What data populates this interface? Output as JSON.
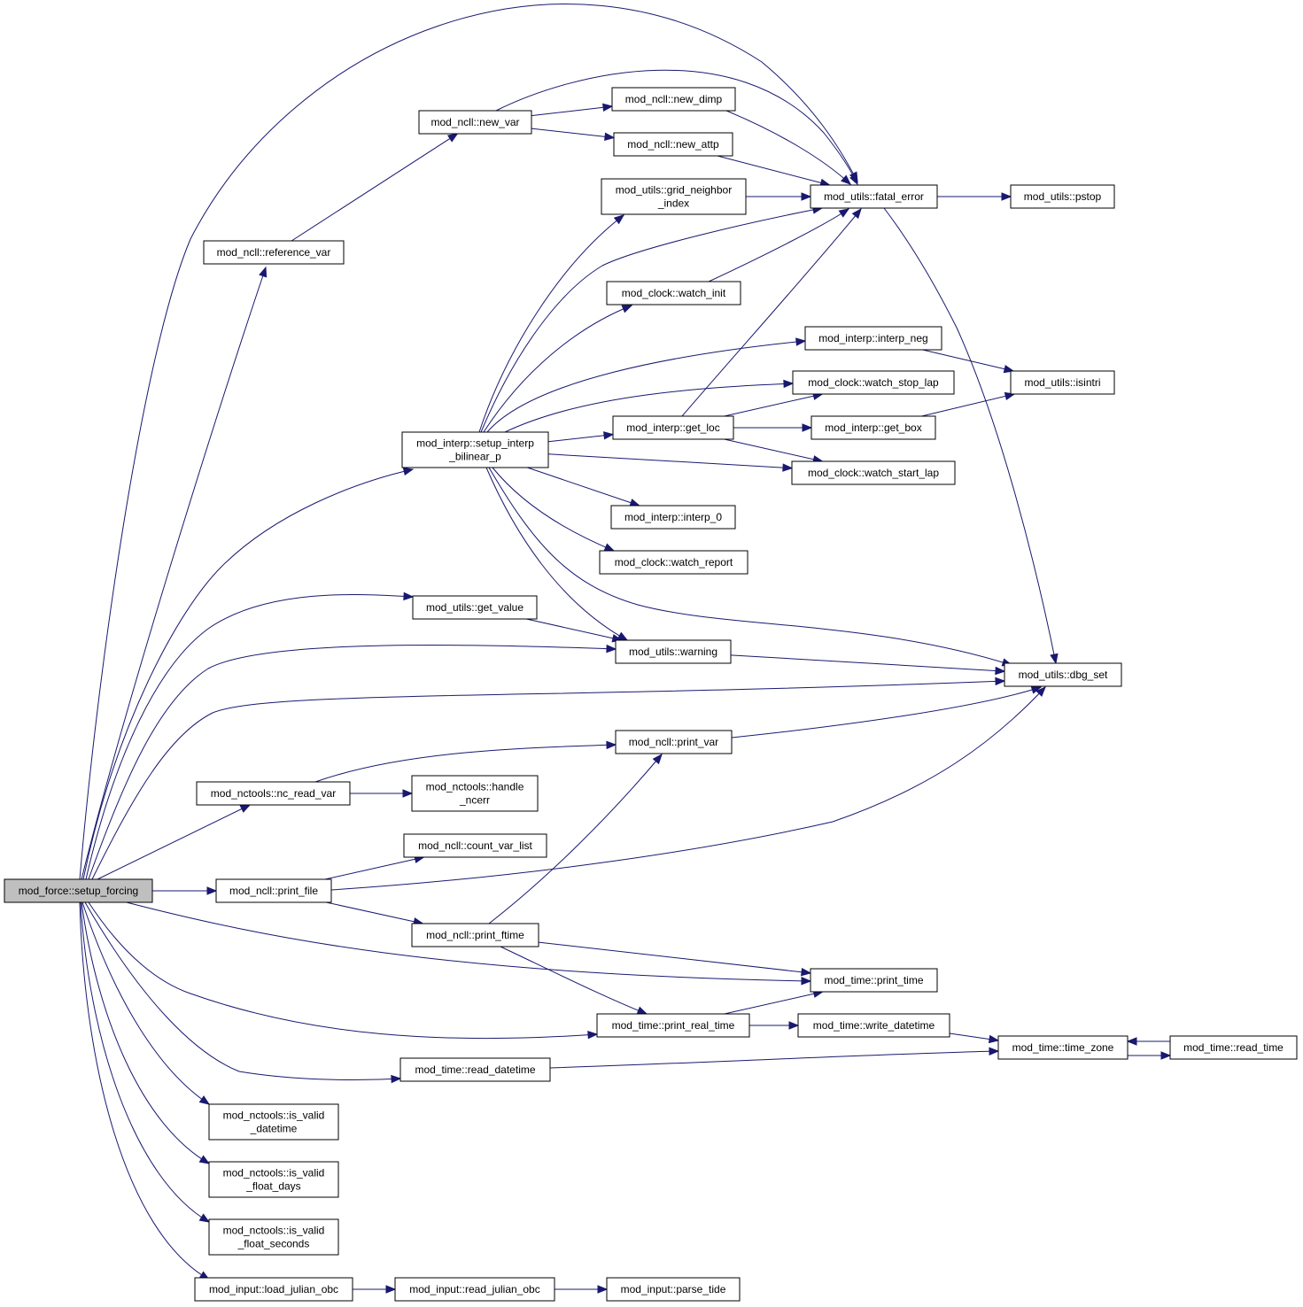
{
  "graph": {
    "nodes": [
      {
        "id": "setup_forcing",
        "lines": [
          "mod_force::setup_forcing"
        ],
        "root": true
      },
      {
        "id": "reference_var",
        "lines": [
          "mod_ncll::reference_var"
        ]
      },
      {
        "id": "new_var",
        "lines": [
          "mod_ncll::new_var"
        ]
      },
      {
        "id": "new_dimp",
        "lines": [
          "mod_ncll::new_dimp"
        ]
      },
      {
        "id": "new_attp",
        "lines": [
          "mod_ncll::new_attp"
        ]
      },
      {
        "id": "grid_neighbor_index",
        "lines": [
          "mod_utils::grid_neighbor",
          "_index"
        ]
      },
      {
        "id": "fatal_error",
        "lines": [
          "mod_utils::fatal_error"
        ]
      },
      {
        "id": "pstop",
        "lines": [
          "mod_utils::pstop"
        ]
      },
      {
        "id": "watch_init",
        "lines": [
          "mod_clock::watch_init"
        ]
      },
      {
        "id": "interp_neg",
        "lines": [
          "mod_interp::interp_neg"
        ]
      },
      {
        "id": "watch_stop_lap",
        "lines": [
          "mod_clock::watch_stop_lap"
        ]
      },
      {
        "id": "isintri",
        "lines": [
          "mod_utils::isintri"
        ]
      },
      {
        "id": "setup_interp",
        "lines": [
          "mod_interp::setup_interp",
          "_bilinear_p"
        ]
      },
      {
        "id": "get_loc",
        "lines": [
          "mod_interp::get_loc"
        ]
      },
      {
        "id": "get_box",
        "lines": [
          "mod_interp::get_box"
        ]
      },
      {
        "id": "watch_start_lap",
        "lines": [
          "mod_clock::watch_start_lap"
        ]
      },
      {
        "id": "interp_0",
        "lines": [
          "mod_interp::interp_0"
        ]
      },
      {
        "id": "watch_report",
        "lines": [
          "mod_clock::watch_report"
        ]
      },
      {
        "id": "get_value",
        "lines": [
          "mod_utils::get_value"
        ]
      },
      {
        "id": "warning",
        "lines": [
          "mod_utils::warning"
        ]
      },
      {
        "id": "dbg_set",
        "lines": [
          "mod_utils::dbg_set"
        ]
      },
      {
        "id": "print_var",
        "lines": [
          "mod_ncll::print_var"
        ]
      },
      {
        "id": "nc_read_var",
        "lines": [
          "mod_nctools::nc_read_var"
        ]
      },
      {
        "id": "handle_ncerr",
        "lines": [
          "mod_nctools::handle",
          "_ncerr"
        ]
      },
      {
        "id": "count_var_list",
        "lines": [
          "mod_ncll::count_var_list"
        ]
      },
      {
        "id": "print_file",
        "lines": [
          "mod_ncll::print_file"
        ]
      },
      {
        "id": "print_ftime",
        "lines": [
          "mod_ncll::print_ftime"
        ]
      },
      {
        "id": "print_time",
        "lines": [
          "mod_time::print_time"
        ]
      },
      {
        "id": "print_real_time",
        "lines": [
          "mod_time::print_real_time"
        ]
      },
      {
        "id": "write_datetime",
        "lines": [
          "mod_time::write_datetime"
        ]
      },
      {
        "id": "time_zone",
        "lines": [
          "mod_time::time_zone"
        ]
      },
      {
        "id": "read_time",
        "lines": [
          "mod_time::read_time"
        ]
      },
      {
        "id": "read_datetime",
        "lines": [
          "mod_time::read_datetime"
        ]
      },
      {
        "id": "is_valid_datetime",
        "lines": [
          "mod_nctools::is_valid",
          "_datetime"
        ]
      },
      {
        "id": "is_valid_float_days",
        "lines": [
          "mod_nctools::is_valid",
          "_float_days"
        ]
      },
      {
        "id": "is_valid_float_seconds",
        "lines": [
          "mod_nctools::is_valid",
          "_float_seconds"
        ]
      },
      {
        "id": "load_julian_obc",
        "lines": [
          "mod_input::load_julian_obc"
        ]
      },
      {
        "id": "read_julian_obc",
        "lines": [
          "mod_input::read_julian_obc"
        ]
      },
      {
        "id": "parse_tide",
        "lines": [
          "mod_input::parse_tide"
        ]
      }
    ],
    "edges": [
      [
        "setup_forcing",
        "fatal_error"
      ],
      [
        "setup_forcing",
        "reference_var"
      ],
      [
        "setup_forcing",
        "setup_interp"
      ],
      [
        "setup_forcing",
        "get_value"
      ],
      [
        "setup_forcing",
        "warning"
      ],
      [
        "setup_forcing",
        "dbg_set"
      ],
      [
        "setup_forcing",
        "nc_read_var"
      ],
      [
        "setup_forcing",
        "print_file"
      ],
      [
        "setup_forcing",
        "print_time"
      ],
      [
        "setup_forcing",
        "print_real_time"
      ],
      [
        "setup_forcing",
        "read_datetime"
      ],
      [
        "setup_forcing",
        "is_valid_datetime"
      ],
      [
        "setup_forcing",
        "is_valid_float_days"
      ],
      [
        "setup_forcing",
        "is_valid_float_seconds"
      ],
      [
        "setup_forcing",
        "load_julian_obc"
      ],
      [
        "reference_var",
        "new_var"
      ],
      [
        "new_var",
        "new_dimp"
      ],
      [
        "new_var",
        "new_attp"
      ],
      [
        "new_var",
        "fatal_error"
      ],
      [
        "new_dimp",
        "fatal_error"
      ],
      [
        "new_attp",
        "fatal_error"
      ],
      [
        "grid_neighbor_index",
        "fatal_error"
      ],
      [
        "fatal_error",
        "pstop"
      ],
      [
        "fatal_error",
        "dbg_set"
      ],
      [
        "watch_init",
        "fatal_error"
      ],
      [
        "interp_neg",
        "isintri"
      ],
      [
        "get_loc",
        "fatal_error"
      ],
      [
        "get_loc",
        "watch_stop_lap"
      ],
      [
        "get_loc",
        "get_box"
      ],
      [
        "get_loc",
        "watch_start_lap"
      ],
      [
        "get_box",
        "isintri"
      ],
      [
        "setup_interp",
        "grid_neighbor_index"
      ],
      [
        "setup_interp",
        "fatal_error"
      ],
      [
        "setup_interp",
        "watch_init"
      ],
      [
        "setup_interp",
        "interp_neg"
      ],
      [
        "setup_interp",
        "watch_stop_lap"
      ],
      [
        "setup_interp",
        "get_loc"
      ],
      [
        "setup_interp",
        "watch_start_lap"
      ],
      [
        "setup_interp",
        "interp_0"
      ],
      [
        "setup_interp",
        "watch_report"
      ],
      [
        "setup_interp",
        "warning"
      ],
      [
        "setup_interp",
        "dbg_set"
      ],
      [
        "get_value",
        "warning"
      ],
      [
        "warning",
        "dbg_set"
      ],
      [
        "print_var",
        "dbg_set"
      ],
      [
        "nc_read_var",
        "print_var"
      ],
      [
        "nc_read_var",
        "handle_ncerr"
      ],
      [
        "print_file",
        "count_var_list"
      ],
      [
        "print_file",
        "dbg_set"
      ],
      [
        "print_file",
        "print_ftime"
      ],
      [
        "print_ftime",
        "print_var"
      ],
      [
        "print_ftime",
        "print_time"
      ],
      [
        "print_ftime",
        "print_real_time"
      ],
      [
        "print_real_time",
        "print_time"
      ],
      [
        "print_real_time",
        "write_datetime"
      ],
      [
        "write_datetime",
        "time_zone"
      ],
      [
        "time_zone",
        "read_time"
      ],
      [
        "read_time",
        "time_zone"
      ],
      [
        "read_datetime",
        "time_zone"
      ],
      [
        "load_julian_obc",
        "read_julian_obc"
      ],
      [
        "read_julian_obc",
        "parse_tide"
      ]
    ]
  }
}
